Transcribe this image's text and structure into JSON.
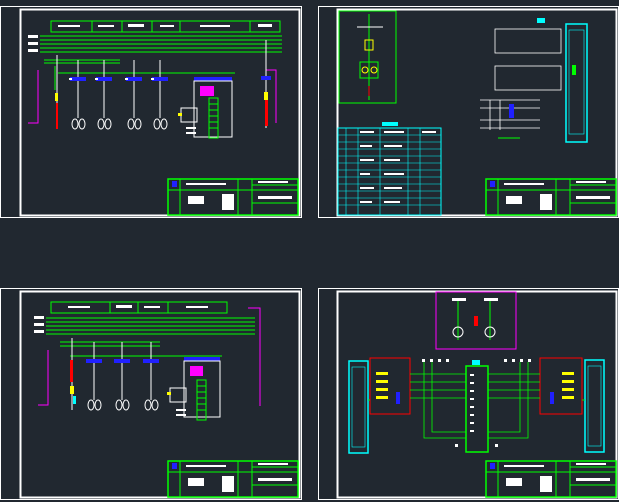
{
  "canvas": {
    "background": "#212830"
  },
  "colors": {
    "frame": "#ffffff",
    "bus": "#00ff00",
    "cyan": "#00ffff",
    "magenta": "#ff00ff",
    "yellow": "#ffff00",
    "red": "#ff0000",
    "blue": "#2020ff",
    "white": "#ffffff"
  },
  "sheets": [
    {
      "id": "sheet-1",
      "kind": "single-line-bus-diagram"
    },
    {
      "id": "sheet-2",
      "kind": "cabinet-schematic-with-table"
    },
    {
      "id": "sheet-3",
      "kind": "single-line-bus-diagram"
    },
    {
      "id": "sheet-4",
      "kind": "terminal-wiring-diagram"
    }
  ]
}
